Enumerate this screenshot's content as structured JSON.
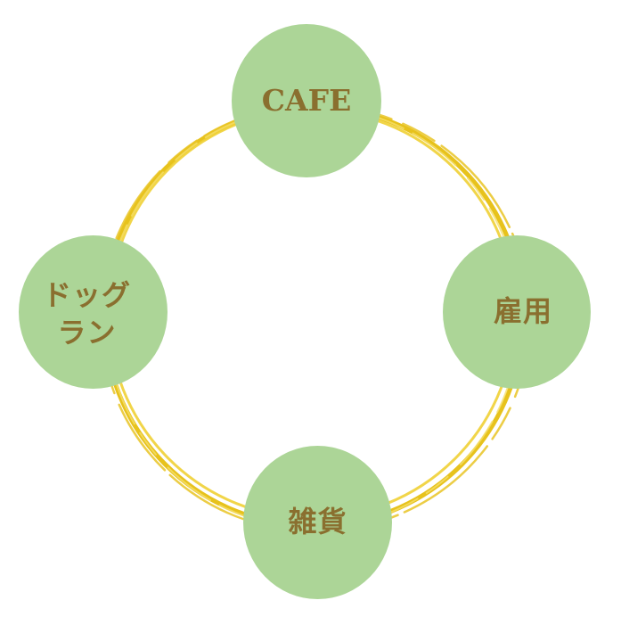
{
  "colors": {
    "circle_fill": "#acd597",
    "label": "#8a6f2f",
    "ring": "#e7c21c",
    "ring_light": "#f2d85a"
  },
  "nodes": {
    "cafe": {
      "label": "CAFE"
    },
    "dog_run": {
      "label_line1": "ドッグ",
      "label_line2": "ラン"
    },
    "employment": {
      "label": "雇用"
    },
    "goods": {
      "label": "雑貨"
    }
  }
}
